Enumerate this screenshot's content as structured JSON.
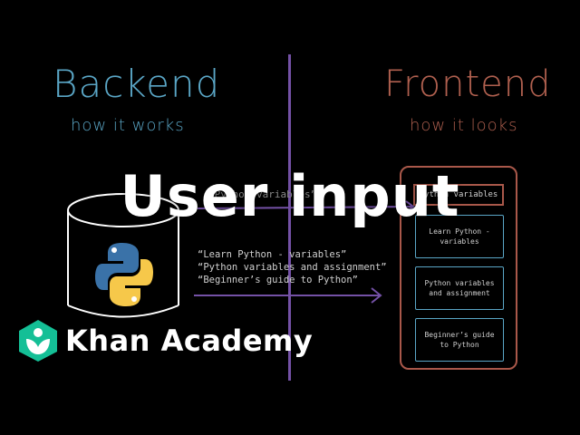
{
  "video": {
    "title": "User input"
  },
  "backend": {
    "heading": "Backend",
    "subheading": "how it works",
    "query_faint": "“Python variables”",
    "queries": [
      "“Learn Python - variables”",
      "“Python variables and assignment”",
      "“Beginner’s guide to Python”"
    ]
  },
  "frontend": {
    "heading": "Frontend",
    "subheading": "how it looks",
    "search_text": "Python variables",
    "results": [
      "Learn Python - variables",
      "Python variables and assignment",
      "Beginner’s guide to Python"
    ]
  },
  "brand": {
    "name": "Khan Academy",
    "logo_icon": "khan-academy-leaf-icon"
  },
  "colors": {
    "backend": "#5aa6c6",
    "frontend": "#b0604f",
    "divider": "#7451a6",
    "python_blue": "#3a72a8",
    "python_yellow": "#f6c84a",
    "brand_green": "#14bf96"
  }
}
